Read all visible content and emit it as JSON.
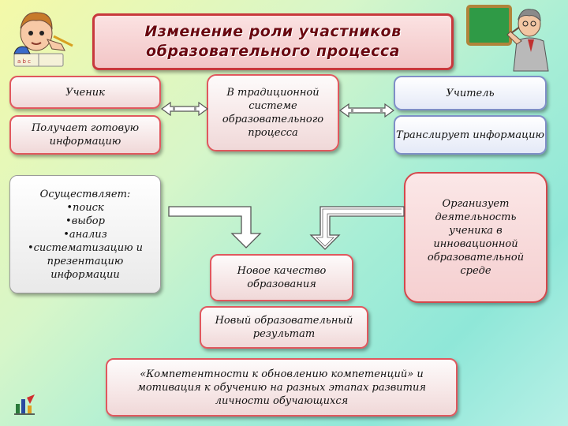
{
  "title": {
    "line1": "Изменение роли участников",
    "line2": "образовательного процесса"
  },
  "left": {
    "student": "Ученик",
    "receives": "Получает готовую информацию",
    "performs": {
      "heading": "Осуществляет:",
      "items": [
        "поиск",
        "выбор",
        "анализ",
        "систематизацию и"
      ],
      "tail": [
        "презентацию",
        "информации"
      ]
    }
  },
  "center": {
    "traditional": "В традиционной системе образовательного процесса",
    "quality": "Новое качество образования",
    "result": "Новый образовательный результат",
    "competence": "«Компетентности к обновлению компетенций» и мотивация к обучению на разных этапах развития личности обучающихся"
  },
  "right": {
    "teacher": "Учитель",
    "translates": "Транслирует информацию",
    "organizes": "Организует деятельность ученика в инновационной образовательной среде"
  },
  "colors": {
    "title_border": "#c8383c",
    "arrow_fill": "#ffffff",
    "arrow_stroke": "#555555"
  }
}
